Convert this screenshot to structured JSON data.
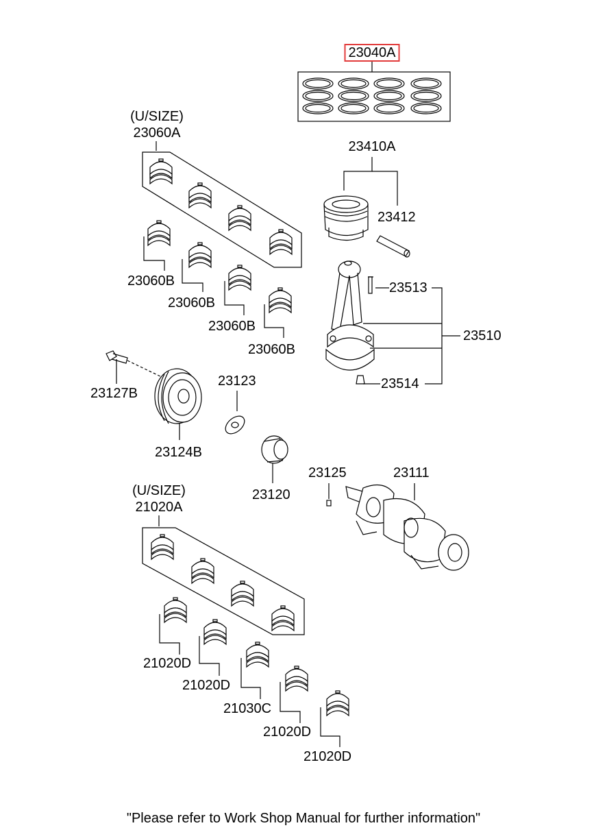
{
  "labels": {
    "p23040A": "23040A",
    "p23060A_usize": "(U/SIZE)",
    "p23060A": "23060A",
    "p23410A": "23410A",
    "p23412": "23412",
    "p23060B_1": "23060B",
    "p23060B_2": "23060B",
    "p23060B_3": "23060B",
    "p23060B_4": "23060B",
    "p23513": "23513",
    "p23510": "23510",
    "p23514": "23514",
    "p23127B": "23127B",
    "p23123": "23123",
    "p23124B": "23124B",
    "p23120": "23120",
    "p23125": "23125",
    "p23111": "23111",
    "p21020A_usize": "(U/SIZE)",
    "p21020A": "21020A",
    "p21020D_1": "21020D",
    "p21020D_2": "21020D",
    "p21030C": "21030C",
    "p21020D_3": "21020D",
    "p21020D_4": "21020D"
  },
  "highlight_color": "#e23a3a",
  "footer_note": "\"Please refer to Work Shop Manual for further information\""
}
